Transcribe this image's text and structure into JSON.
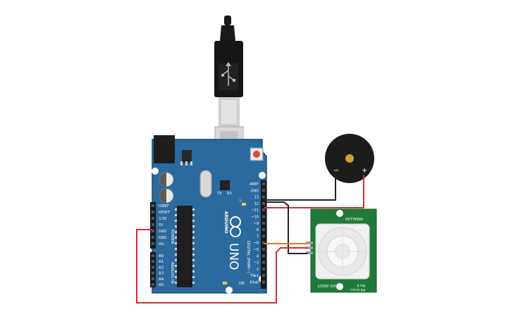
{
  "board": {
    "brand": "ARDUINO",
    "model": "UNO",
    "on_label": "ON",
    "l_label": "L",
    "tx_label": "TX",
    "rx_label": "RX",
    "power_header": "POWER",
    "analog_header": "ANALOG IN",
    "digital_header": "DIGITAL (PWM~)",
    "power_pins": [
      "IOREF",
      "RESET",
      "3.3V",
      "5V",
      "GND",
      "GND",
      "Vin"
    ],
    "analog_pins": [
      "A0",
      "A1",
      "A2",
      "A3",
      "A4",
      "A5"
    ],
    "digital_pins": [
      "AREF",
      "GND",
      "13",
      "12",
      "~11",
      "~10",
      "~9",
      "8",
      "7",
      "~6",
      "~5",
      "4",
      "~3",
      "2",
      "TX▸1",
      "RX◂0"
    ],
    "color": "#2b6a9e"
  },
  "buzzer": {
    "minus_label": "−",
    "plus_label": "+"
  },
  "pir": {
    "brand_text": "PARALLAX",
    "part_text": "555-28027",
    "rev_text": "Rev B",
    "sensor_text": "PIR Sensor",
    "color": "#1f7a3a"
  },
  "wires": {
    "red": "#d32f2f",
    "black": "#222222",
    "orange": "#e07a1f"
  },
  "usb": {
    "icon": "usb-icon"
  }
}
